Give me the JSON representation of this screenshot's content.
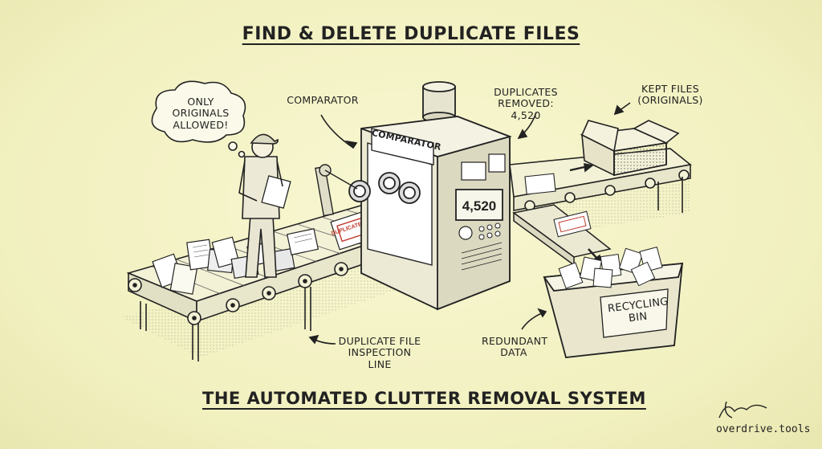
{
  "title": "FIND & DELETE DUPLICATE FILES",
  "subtitle": "THE AUTOMATED CLUTTER REMOVAL SYSTEM",
  "labels": {
    "thought": "ONLY ORIGINALS ALLOWED!",
    "comparator": "COMPARATOR",
    "duplicates_removed": "DUPLICATES REMOVED: 4,520",
    "kept_files": "KEPT FILES (ORIGINALS)",
    "inspection_line": "DUPLICATE FILE INSPECTION LINE",
    "redundant_data": "REDUNDANT DATA",
    "recycling_bin": "RECYCLING BIN",
    "machine_sign": "COMPARATOR",
    "counter": "4,520",
    "stamp": "DUPLICATE DETECTED"
  },
  "signature": "overdrive.tools",
  "colors": {
    "paper": "#f4f3c4",
    "ink": "#222222",
    "stamp": "#c0392b",
    "metal": "#e6e4cf"
  }
}
